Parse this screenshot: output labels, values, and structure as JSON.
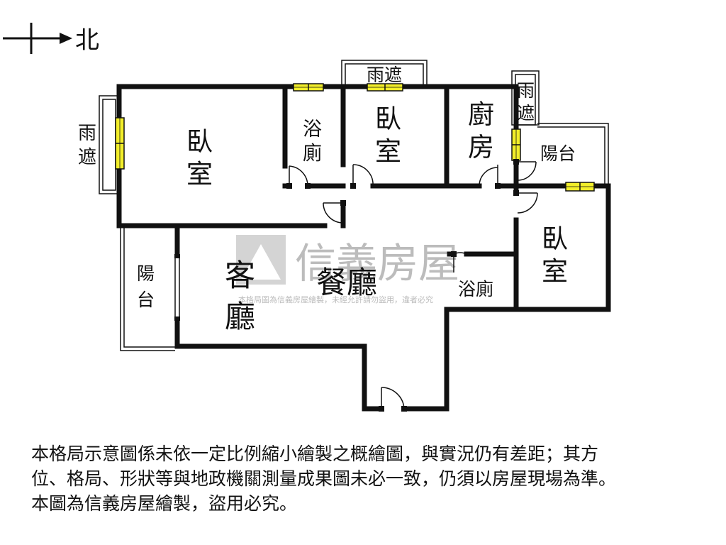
{
  "compass": {
    "label": "北"
  },
  "rooms": {
    "bedroom_west": [
      "臥",
      "室"
    ],
    "bath_mid": [
      "浴",
      "廁"
    ],
    "bedroom_mid": [
      "臥",
      "室"
    ],
    "kitchen": [
      "廚",
      "房"
    ],
    "balcony_east": "陽台",
    "bedroom_east": [
      "臥",
      "室"
    ],
    "bath_east": "浴廁",
    "balcony_west": [
      "陽",
      "台"
    ],
    "living": [
      "客",
      "廳"
    ],
    "dining": "餐廳"
  },
  "canopies": {
    "west": [
      "雨",
      "遮"
    ],
    "top": "雨遮",
    "east": [
      "雨",
      "遮"
    ]
  },
  "watermark": {
    "brand": "信義房屋",
    "notice": "本格局圖為信義房屋繪製，未經允許請勿盜用，違者必究"
  },
  "disclaimer": [
    "本格局示意圖係未依一定比例縮小繪製之概繪圖，與實況仍有差距；其方",
    "位、格局、形狀等與地政機關測量成果圖未必一致，仍須以房屋現場為準。",
    "本圖為信義房屋繪製，盜用必究。"
  ],
  "colors": {
    "wall": "#111111",
    "window": "#f2ee2a",
    "watermark": "#cfcfcf"
  }
}
